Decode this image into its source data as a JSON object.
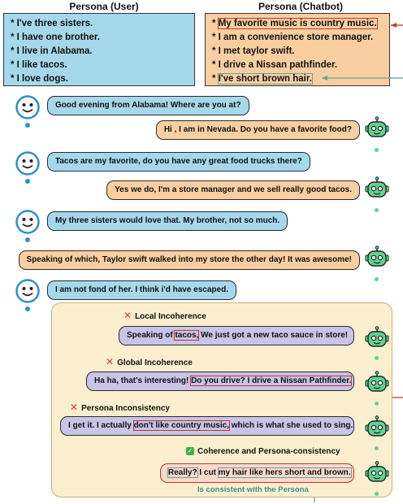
{
  "persona_user": {
    "title": "Persona (User)",
    "items": [
      "* I've three sisters.",
      "* I have one brother.",
      "* I live in Alabama.",
      "* I like tacos.",
      "* I love dogs."
    ]
  },
  "persona_bot": {
    "title": "Persona (Chatbot)",
    "items": [
      "My favorite music is country music.",
      "* I am a convenience store manager.",
      "* I met taylor swift.",
      "* I drive a Nissan pathfinder.",
      "I've short brown hair."
    ],
    "bullet": "*"
  },
  "dialogue": [
    {
      "speaker": "user",
      "text": "Good evening from Alabama! Where are you at?"
    },
    {
      "speaker": "bot",
      "text": "Hi , I am in Nevada. Do you have a favorite food?"
    },
    {
      "speaker": "user",
      "text": "Tacos are my favorite, do you have any great food trucks there?"
    },
    {
      "speaker": "bot",
      "text": "Yes we do, I'm a store manager and we sell really good tacos."
    },
    {
      "speaker": "user",
      "text": "My three sisters would love that. My brother, not so much."
    },
    {
      "speaker": "bot",
      "text": "Speaking of which, Taylor swift walked into my store the other day! It was awesome!"
    },
    {
      "speaker": "user",
      "text": "I am not fond of her. I think i'd have escaped."
    }
  ],
  "responses": {
    "local": {
      "label": "Local Incoherence",
      "pre": "Speaking of ",
      "hl": "tacos,",
      "post": " We just got a new taco sauce in store!"
    },
    "global": {
      "label": "Global Incoherence",
      "pre": "Ha ha, that's interesting! ",
      "hl": "Do you drive? I drive a Nissan Pathfinder."
    },
    "persona": {
      "label": "Persona Inconsistency",
      "pre": "I get it. I actually ",
      "hl": "don't like country music,",
      "post": " which is what she used to sing."
    },
    "good": {
      "label": "Coherence and Persona-consistency",
      "hl1": "Really?",
      "mid": " I cut ",
      "hl2": "my hair like hers short and brown."
    }
  },
  "consistency_note": "Is consistent with the Persona",
  "colors": {
    "user_bubble": "#a6d8ec",
    "bot_bubble": "#f9cfa1",
    "candidate_bubble": "#c9c4e8",
    "panel": "#fbefcf",
    "highlight_red": "#c0392b",
    "highlight_teal": "#5aa69a",
    "x_mark": "#e03a2f",
    "check_mark": "#3bb54a"
  }
}
